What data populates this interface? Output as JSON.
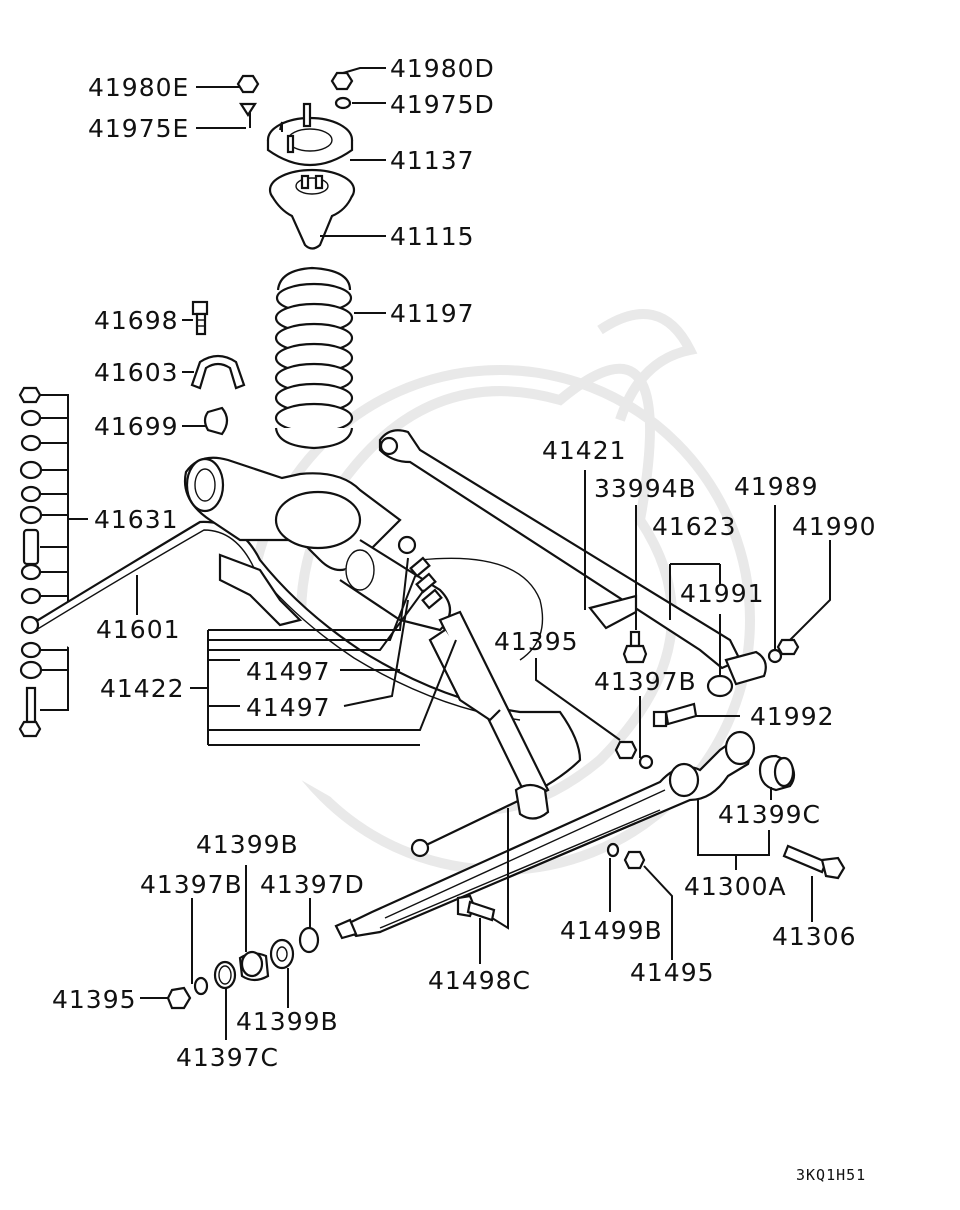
{
  "diagram_code": "3KQ1H51",
  "labels": [
    {
      "id": "l41980E",
      "text": "41980E"
    },
    {
      "id": "l41975E",
      "text": "41975E"
    },
    {
      "id": "l41980D",
      "text": "41980D"
    },
    {
      "id": "l41975D",
      "text": "41975D"
    },
    {
      "id": "l41137",
      "text": "41137"
    },
    {
      "id": "l41115",
      "text": "41115"
    },
    {
      "id": "l41197",
      "text": "41197"
    },
    {
      "id": "l41698",
      "text": "41698"
    },
    {
      "id": "l41603",
      "text": "41603"
    },
    {
      "id": "l41699",
      "text": "41699"
    },
    {
      "id": "l41631",
      "text": "41631"
    },
    {
      "id": "l41601",
      "text": "41601"
    },
    {
      "id": "l41422",
      "text": "41422"
    },
    {
      "id": "l41497a",
      "text": "41497"
    },
    {
      "id": "l41497b",
      "text": "41497"
    },
    {
      "id": "l41421",
      "text": "41421"
    },
    {
      "id": "l33994B",
      "text": "33994B"
    },
    {
      "id": "l41989",
      "text": "41989"
    },
    {
      "id": "l41623",
      "text": "41623"
    },
    {
      "id": "l41990",
      "text": "41990"
    },
    {
      "id": "l41991",
      "text": "41991"
    },
    {
      "id": "l41395a",
      "text": "41395"
    },
    {
      "id": "l41397Ba",
      "text": "41397B"
    },
    {
      "id": "l41992",
      "text": "41992"
    },
    {
      "id": "l41399C",
      "text": "41399C"
    },
    {
      "id": "l41399Ba",
      "text": "41399B"
    },
    {
      "id": "l41397Bb",
      "text": "41397B"
    },
    {
      "id": "l41397D",
      "text": "41397D"
    },
    {
      "id": "l41300A",
      "text": "41300A"
    },
    {
      "id": "l41306",
      "text": "41306"
    },
    {
      "id": "l41499B",
      "text": "41499B"
    },
    {
      "id": "l41495",
      "text": "41495"
    },
    {
      "id": "l41498C",
      "text": "41498C"
    },
    {
      "id": "l41395b",
      "text": "41395"
    },
    {
      "id": "l41399Bb",
      "text": "41399B"
    },
    {
      "id": "l41397C",
      "text": "41397C"
    }
  ]
}
